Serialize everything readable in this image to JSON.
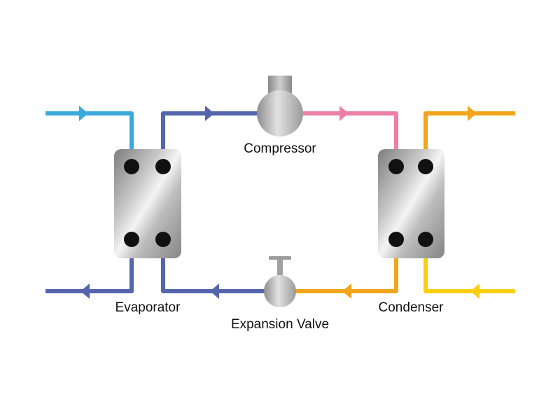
{
  "labels": {
    "compressor": "Compressor",
    "evaporator": "Evaporator",
    "expansion_valve": "Expansion Valve",
    "condenser": "Condenser"
  },
  "colors": {
    "chilled_water_in": "#3aa9dd",
    "cold_refrigerant": "#5565ad",
    "hot_refrigerant": "#ec7fa6",
    "warm_liquid_refrigerant": "#f2a51c",
    "condenser_water": "#f7cf10",
    "component_gray": "#a8a8a8",
    "port_black": "#111111"
  },
  "icons": [
    "flow-arrow-icon",
    "port-icon"
  ]
}
